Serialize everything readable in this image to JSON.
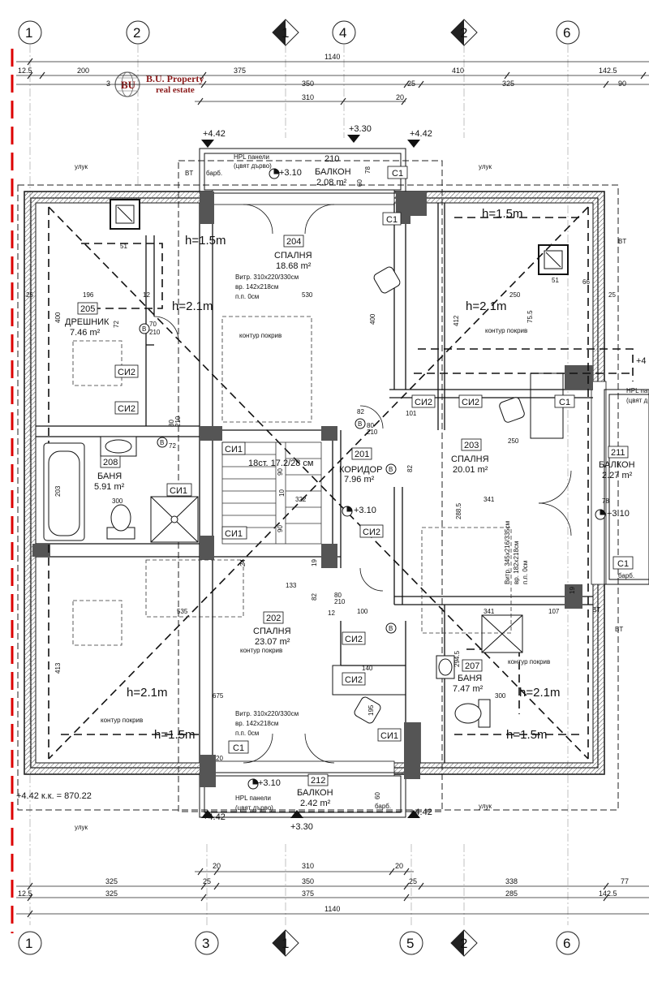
{
  "logo": {
    "line1": "B.U. Property",
    "line2": "real estate"
  },
  "axes_top": [
    "1",
    "2",
    "1",
    "4",
    "2",
    "6"
  ],
  "axes_bottom": [
    "1",
    "3",
    "1",
    "5",
    "2",
    "6"
  ],
  "dims_top": {
    "total": "1140",
    "row2": [
      "12.5",
      "200",
      "375",
      "410",
      "142.5"
    ],
    "row3": [
      "3",
      "350",
      "25",
      "325",
      "90"
    ],
    "row4": [
      "310",
      "20"
    ]
  },
  "dims_bottom": {
    "row1": [
      "20",
      "310",
      "20"
    ],
    "row2": [
      "325",
      "25",
      "350",
      "25",
      "338",
      "77"
    ],
    "row3": [
      "12.5",
      "325",
      "375",
      "285",
      "142.5"
    ],
    "total": "1140"
  },
  "levels": {
    "top_left": "+4.42",
    "top_mid": "+3.30",
    "top_right": "+4.42",
    "balcony_top": "+3.10",
    "hall": "+3.10",
    "right": "+3.10",
    "balcony_bottom": "+3.10",
    "bottom_left": "+4.42",
    "bottom_mid": "+3.30",
    "bottom_right": "+4.42",
    "kk": "+4.42 к.к. = 870.22",
    "right_edge": "+4"
  },
  "rooms": [
    {
      "num": "210",
      "name": "БАЛКОН",
      "area": "2.08 m²"
    },
    {
      "num": "204",
      "name": "СПАЛНЯ",
      "area": "18.68 m²"
    },
    {
      "num": "205",
      "name": "ДРЕШНИК",
      "area": "7.46 m²"
    },
    {
      "num": "208",
      "name": "БАНЯ",
      "area": "5.91 m²"
    },
    {
      "num": "201",
      "name": "КОРИДОР",
      "area": "7.96 m²"
    },
    {
      "num": "203",
      "name": "СПАЛНЯ",
      "area": "20.01 m²"
    },
    {
      "num": "211",
      "name": "БАЛКОН",
      "area": "2.27 m²"
    },
    {
      "num": "202",
      "name": "СПАЛНЯ",
      "area": "23.07 m²"
    },
    {
      "num": "207",
      "name": "БАНЯ",
      "area": "7.47 m²"
    },
    {
      "num": "212",
      "name": "БАЛКОН",
      "area": "2.42 m²"
    }
  ],
  "heights": [
    "h=1.5m",
    "h=2.1m",
    "h=1.5m",
    "h=2.1m",
    "h=2.1m",
    "h=1.5m",
    "h=2.1m",
    "h=1.5m"
  ],
  "notes": {
    "ulyuk": "улук",
    "hpl1": "HPL панели",
    "hpl2": "(цвят дърво)",
    "barb": "барб.",
    "kontur": "контур покрив",
    "vitr_top1": "Витр. 310x220/330см",
    "vitr_top2": "вр. 142x218см",
    "vitr_top3": "п.п. 0см",
    "vitr_right1": "Витр. 345x216/335см",
    "vitr_right2": "вр. 182x218см",
    "vitr_right3": "п.п. 0см",
    "stairs": "18ст. 17.2/28 см",
    "bt": "BT",
    "hpl_right1": "HPL па",
    "hpl_right2": "(цвят д"
  },
  "tags": {
    "c1": "C1",
    "si1": "СИ1",
    "si2": "СИ2",
    "b": "B"
  },
  "inner_dims": [
    "530",
    "400",
    "412",
    "196",
    "51",
    "51",
    "66",
    "250",
    "75.5",
    "25",
    "12",
    "72",
    "400",
    "70",
    "210",
    "72",
    "82",
    "80",
    "210",
    "101",
    "82",
    "250",
    "341",
    "203",
    "300",
    "322",
    "90",
    "90",
    "10",
    "288.5",
    "133",
    "24",
    "19",
    "82",
    "100",
    "535",
    "413",
    "675",
    "140",
    "195",
    "294.5",
    "341",
    "107",
    "300",
    "78",
    "60",
    "60",
    "25",
    "20",
    "80",
    "210",
    "80",
    "210",
    "78",
    "19",
    "12"
  ]
}
